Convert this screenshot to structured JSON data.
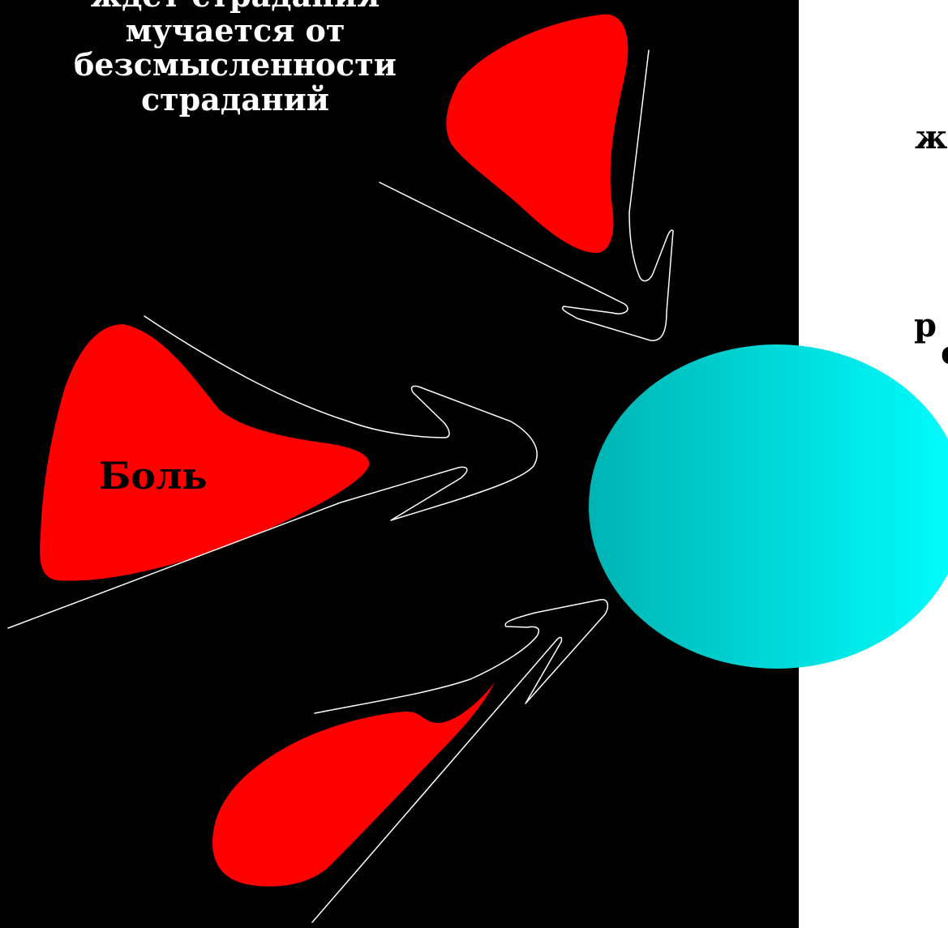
{
  "labels": {
    "top_partial": "ждет страдания",
    "top_line_1": "мучается от",
    "top_line_2": "безсмысленности",
    "top_line_3": "страданий",
    "pain": "Боль",
    "right_fragment_1": "ж",
    "right_fragment_2": "р",
    "right_fragment_3": "с"
  },
  "colors": {
    "panel": "#000000",
    "background": "#ffffff",
    "blob": "#ff0000",
    "arrow_stroke": "#ffffff",
    "sphere_dark": "#00b3b3",
    "sphere_light": "#00ffff",
    "top_text": "#ffffff",
    "pain_text": "#000000"
  }
}
